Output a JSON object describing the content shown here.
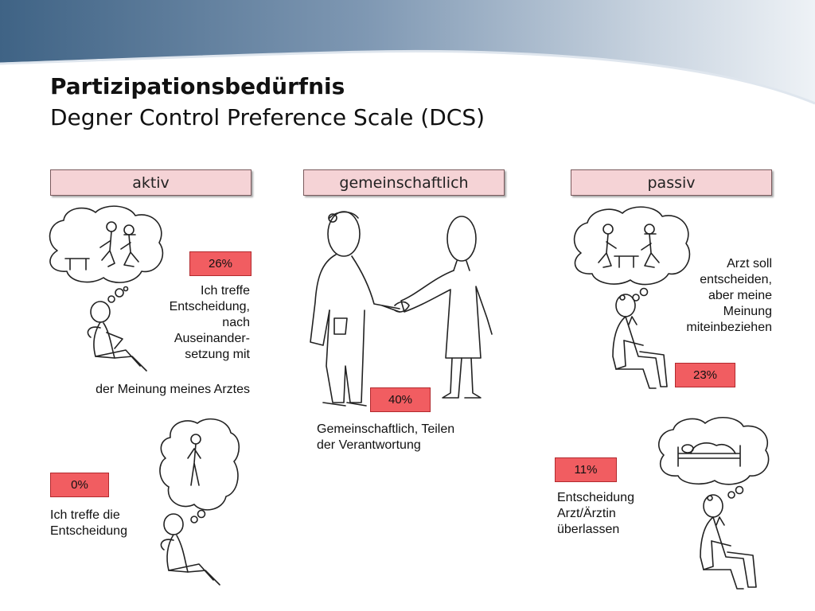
{
  "title": {
    "line1": "Partizipationsbedürfnis",
    "line2": "Degner Control Preference Scale (DCS)"
  },
  "categories": {
    "active": "aktiv",
    "shared": "gemeinschaftlich",
    "passive": "passiv"
  },
  "options": {
    "active_after_discussion": {
      "percent": "26%",
      "lines": [
        "Ich treffe",
        "Entscheidung,",
        "nach",
        "Auseinander-",
        "setzung mit",
        "der Meinung meines Arztes"
      ]
    },
    "active_alone": {
      "percent": "0%",
      "lines": [
        "Ich treffe die",
        "Entscheidung"
      ]
    },
    "shared": {
      "percent": "40%",
      "lines": [
        "Gemeinschaftlich, Teilen",
        "der Verantwortung"
      ]
    },
    "passive_with_opinion": {
      "percent": "23%",
      "lines": [
        "Arzt soll",
        "entscheiden,",
        "aber meine",
        "Meinung",
        "miteinbeziehen"
      ]
    },
    "passive_leave": {
      "percent": "11%",
      "lines": [
        "Entscheidung",
        "Arzt/Ärztin",
        "überlassen"
      ]
    }
  },
  "colors": {
    "category_fill": "#f5d3d6",
    "percent_fill": "#f15d61",
    "banner_dark": "#3f6385"
  },
  "icons": [
    "thought-bubble-icon",
    "doctor-icon",
    "patient-icon",
    "handshake-icon",
    "bed-icon"
  ]
}
